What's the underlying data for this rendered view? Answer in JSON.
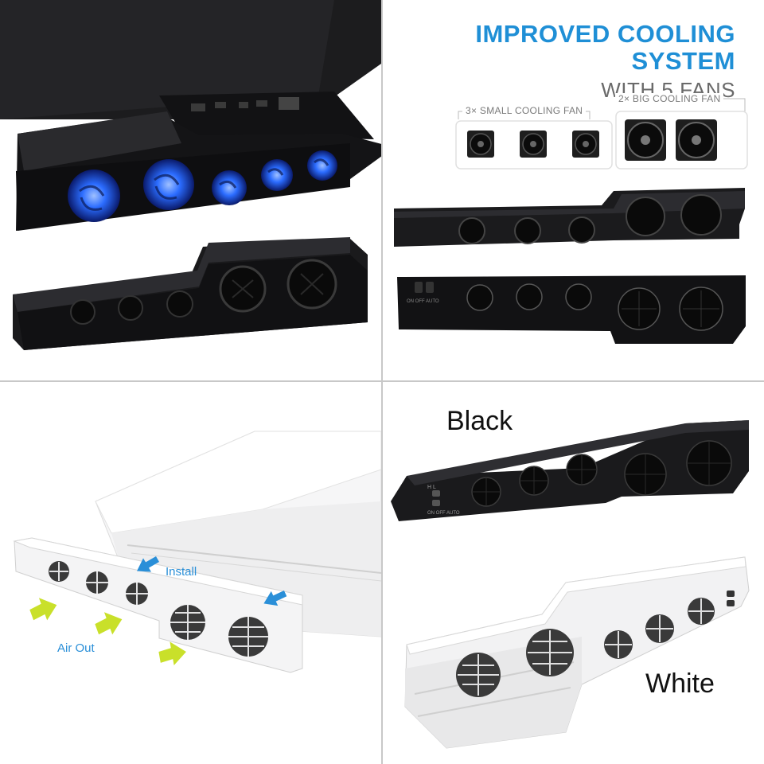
{
  "panel2": {
    "headline": "IMPROVED COOLING SYSTEM",
    "subheadline": "WITH 5 FANS",
    "small_fan_label": "3× SMALL COOLING FAN",
    "big_fan_label": "2× BIG COOLING FAN",
    "switch_text": "ON  OFF  AUTO"
  },
  "panel3": {
    "install_label": "Install",
    "air_out_label": "Air Out"
  },
  "panel4": {
    "black_label": "Black",
    "white_label": "White",
    "switch_hl": "H    L",
    "switch_modes": "ON OFF AUTO"
  },
  "colors": {
    "accent_blue": "#1f8fd6",
    "fan_glow": "#2b6cff",
    "arrow_blue": "#2a8fd8",
    "arrow_yellow": "#c9e02a"
  }
}
